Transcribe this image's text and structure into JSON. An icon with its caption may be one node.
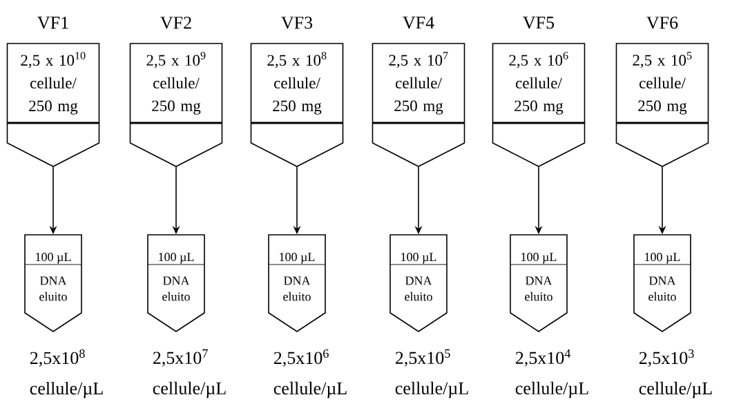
{
  "diagram": {
    "nodes": [
      {
        "text": [
          "VF1",
          "2,5 x 10$^{10}$ cellule/ 250 mg"
        ]
      },
      {
        "text": [
          "VF2",
          "2,5 x 10$^{9}$ cellule/ 250 mg"
        ]
      },
      {
        "text": [
          "VF3",
          "2,5 x 10$^{8}$ cellule/ 250 mg"
        ]
      },
      {
        "text": [
          "VF4",
          "2,5 x 10$^{7}$ cellule/ 250 mg"
        ]
      },
      {
        "text": [
          "VF5",
          "2,5 x 10$^{6}$ cellule/ 250 mg"
        ]
      },
      {
        "text": [
          "VF6",
          "2,5 x 10$^{5}$ cellule/ 250 mg"
        ]
      },
      {
        "text": [
          "100 µL",
          "DNA eluito"
        ],
        "beside": [
          "2,5x10$^{8}$ cellule/µL"
        ]
      },
      {
        "text": [
          "100 µL",
          "DNA eluito"
        ],
        "beside": [
          "2,5x10$^{7}$ cellule/µL"
        ]
      },
      {
        "text": [
          "100 µL",
          "DNA eluito"
        ],
        "beside": [
          "2,5x10$^{6}$ cellule/µL"
        ]
      },
      {
        "text": [
          "100 µL",
          "DNA eluito"
        ],
        "beside": [
          "2,5x10$^{5}$ cellule/µL"
        ]
      },
      {
        "text": [
          "100 µL",
          "DNA eluito"
        ],
        "beside": [
          "2,5x10$^{4}$ cellule/µL"
        ]
      },
      {
        "text": [
          "100 µL",
          "DNA eluito"
        ],
        "beside": [
          "2,5x10$^{3}$ cellule/µL"
        ]
      }
    ],
    "edges": [
      {
        "from": 0,
        "to": 6,
        "arrow": "to"
      },
      {
        "from": 1,
        "to": 7,
        "arrow": "to"
      },
      {
        "from": 2,
        "to": 8,
        "arrow": "to"
      },
      {
        "from": 3,
        "to": 9,
        "arrow": "to"
      },
      {
        "from": 4,
        "to": 10,
        "arrow": "to"
      },
      {
        "from": 5,
        "to": 11,
        "arrow": "to"
      }
    ]
  }
}
